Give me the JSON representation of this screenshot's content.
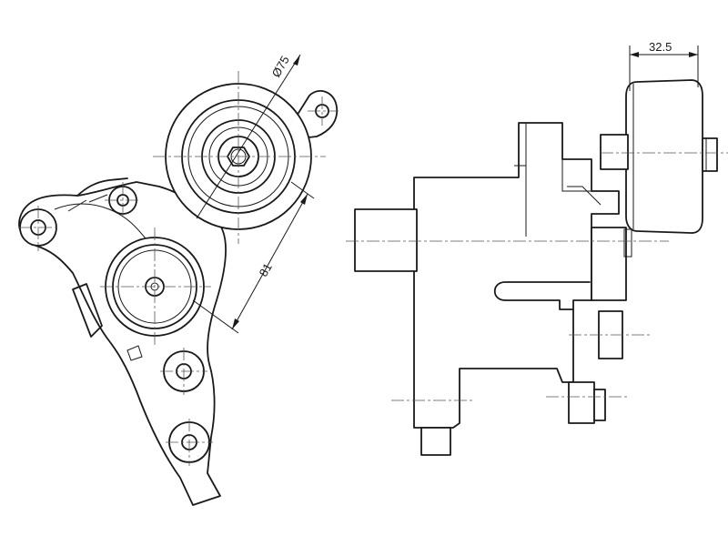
{
  "dimensions": {
    "pulley_diameter": "Ø75",
    "center_distance": "81",
    "pulley_offset": "32.5"
  }
}
